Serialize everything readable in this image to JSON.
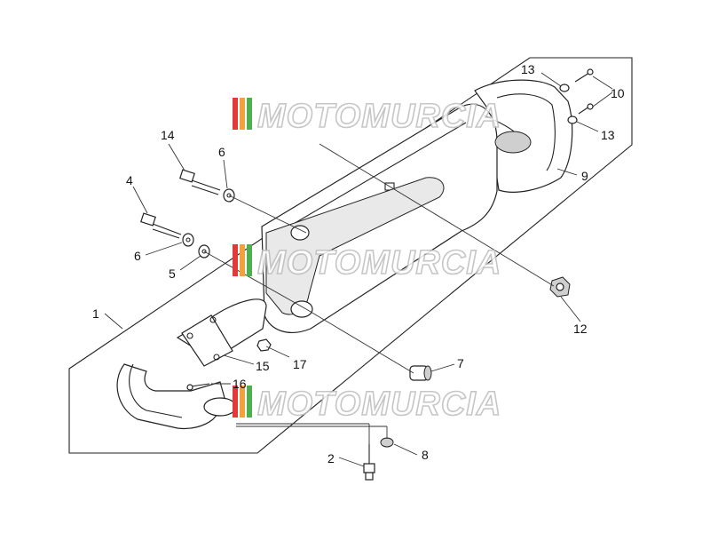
{
  "callouts": {
    "c1": "1",
    "c2": "2",
    "c4": "4",
    "c5": "5",
    "c6a": "6",
    "c6b": "6",
    "c7": "7",
    "c8": "8",
    "c9": "9",
    "c10": "10",
    "c12": "12",
    "c13a": "13",
    "c13b": "13",
    "c14": "14",
    "c15": "15",
    "c16": "16",
    "c17": "17"
  },
  "watermark": {
    "text": "MOTOMURCIA"
  },
  "colors": {
    "wm_red": "#e23a3a",
    "wm_orange": "#f2a13c",
    "wm_green": "#4fae4f",
    "wm_outline": "#bdbdbd"
  }
}
